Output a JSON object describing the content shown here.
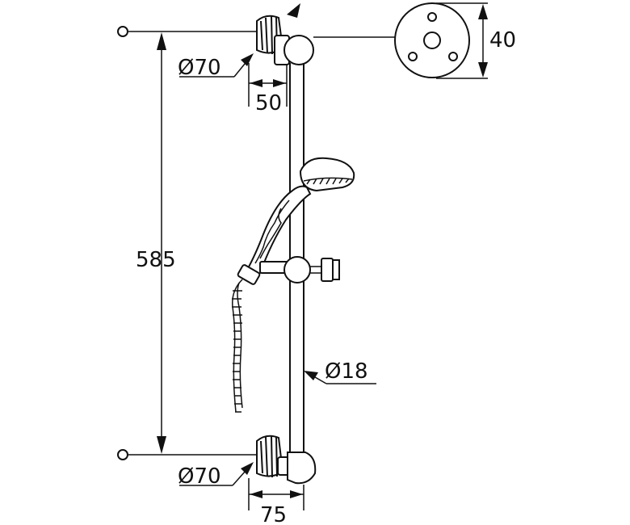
{
  "dimensions": {
    "rail_diameter": "Ø18",
    "bracket_diameter_top": "Ø70",
    "bracket_diameter_bottom": "Ø70",
    "top_projection": "50",
    "bottom_projection": "75",
    "mounting_distance": "585",
    "plate_thickness": "40"
  }
}
